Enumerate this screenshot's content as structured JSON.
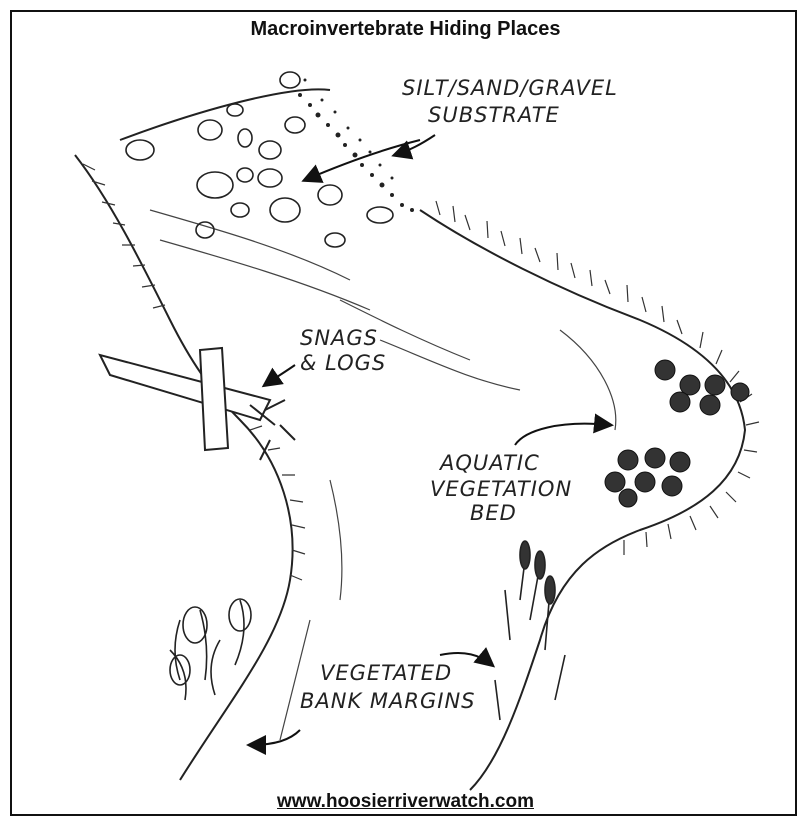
{
  "title": "Macroinvertebrate Hiding Places",
  "labels": {
    "substrate_line1": "SILT/SAND/GRAVEL",
    "substrate_line2": "SUBSTRATE",
    "snags_line1": "SNAGS",
    "snags_line2": "& LOGS",
    "aquatic_line1": "AQUATIC",
    "aquatic_line2": "VEGETATION",
    "aquatic_line3": "BED",
    "margins_line1": "VEGETATED",
    "margins_line2": "BANK MARGINS"
  },
  "footer": "www.hoosierriverwatch.com"
}
